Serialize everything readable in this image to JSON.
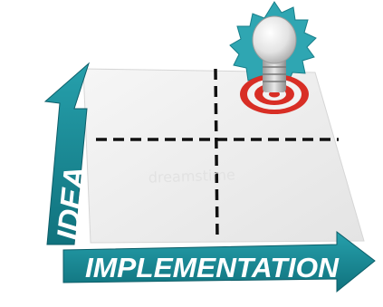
{
  "axes": {
    "vertical_label": "IDEA",
    "horizontal_label": "IMPLEMENTATION"
  },
  "watermark": "dreamstime",
  "icons": {
    "marker": "lightbulb-icon",
    "target": "target-icon",
    "starburst": "starburst-icon"
  },
  "colors": {
    "arrow_teal": "#1b8b96",
    "arrow_dark": "#0d5e69",
    "plane": "#eeeeee",
    "dash": "#111111",
    "target_red": "#d82e25",
    "burst_teal": "#2fa6b2"
  }
}
